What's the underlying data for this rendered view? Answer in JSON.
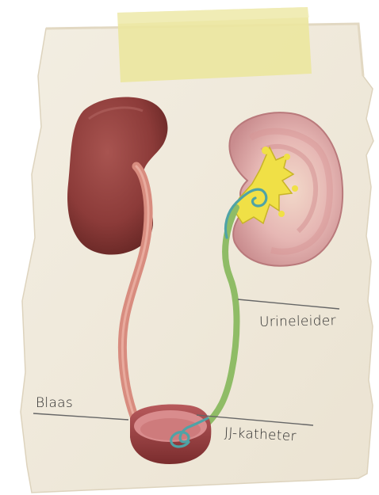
{
  "labels": {
    "urineleider": "Urineleider",
    "blaas": "Blaas",
    "jj_katheter": "JJ-katheter"
  },
  "colors": {
    "paper": "#f1ebdd",
    "tape": "#ece6a0",
    "kidney": "#8c3b39",
    "kidney_section": "#e3b3b4",
    "renal_pelvis": "#f0e046",
    "ureter_left": "#d88c7f",
    "ureter_right": "#8fbc66",
    "catheter": "#4fa3a6",
    "leader_line": "#666666"
  }
}
